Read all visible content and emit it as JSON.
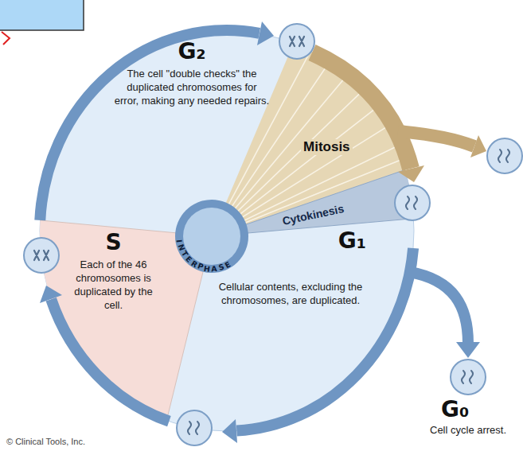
{
  "diagram": {
    "nodes": [
      {
        "text": [
          "G₂",
          "The cell \"double checks\" the duplicated chromosomes for error, making any needed repairs."
        ]
      },
      {
        "text": [
          "Mitosis"
        ]
      },
      {
        "text": [
          "Cytokinesis"
        ]
      },
      {
        "text": [
          "S",
          "Each of the 46 chromosomes is duplicated by the cell."
        ]
      },
      {
        "text": [
          "INTERPHASE"
        ]
      },
      {
        "text": [
          "G₁",
          "Cellular contents, excluding the chromosomes, are duplicated."
        ]
      },
      {
        "text": [
          "G₀",
          "Cell cycle arrest."
        ]
      }
    ],
    "labels": [
      "© Clinical Tools, Inc."
    ]
  }
}
